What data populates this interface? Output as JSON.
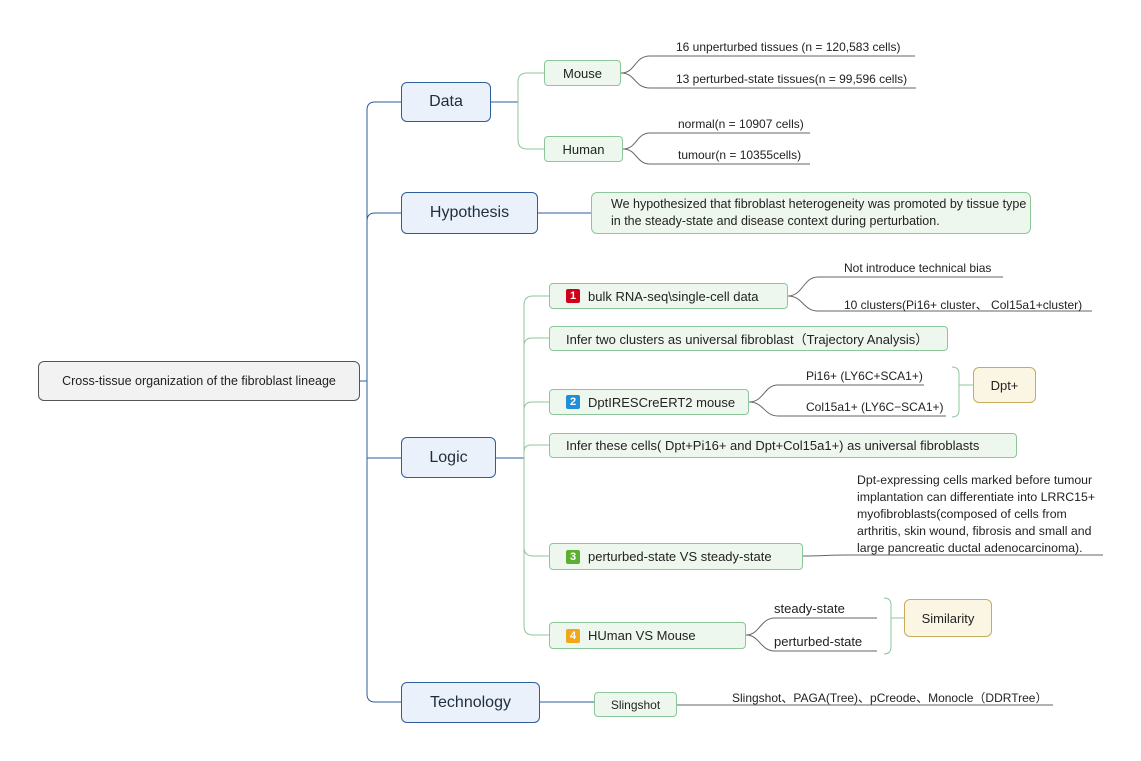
{
  "root": {
    "label": "Cross-tissue organization of the fibroblast lineage"
  },
  "data": {
    "label": "Data",
    "mouse": {
      "label": "Mouse",
      "items": [
        "16 unperturbed tissues (n = 120,583 cells)",
        "13 perturbed-state tissues(n = 99,596 cells)"
      ]
    },
    "human": {
      "label": "Human",
      "items": [
        "normal(n = 10907 cells)",
        "tumour(n = 10355cells)"
      ]
    }
  },
  "hypothesis": {
    "label": "Hypothesis",
    "text": "We hypothesized that fibroblast heterogeneity was promoted by tissue type in the steady-state and disease context during perturbation."
  },
  "logic": {
    "label": "Logic",
    "step1": {
      "badge": "1",
      "badge_color": "#d0021b",
      "label": "bulk RNA-seq\\single-cell data",
      "items": [
        "Not introduce technical bias",
        "10 clusters(Pi16+ cluster、 Col15a1+cluster)"
      ]
    },
    "infer1": "Infer two clusters as universal fibroblast（Trajectory Analysis）",
    "step2": {
      "badge": "2",
      "badge_color": "#1e8fd8",
      "label": "DptIRESCreERT2 mouse",
      "items": [
        "Pi16+ (LY6C+SCA1+)",
        "Col15a1+ (LY6C−SCA1+)"
      ],
      "summary": "Dpt+"
    },
    "infer2": "Infer these cells( Dpt+Pi16+ and Dpt+Col15a1+) as universal fibroblasts",
    "step3": {
      "badge": "3",
      "badge_color": "#5bb030",
      "label": "perturbed-state VS steady-state",
      "text_lines": [
        "Dpt-expressing cells marked before tumour",
        "implantation can differentiate into LRRC15+",
        "myofibroblasts(composed of cells from",
        "arthritis, skin wound, fibrosis and small and",
        "large pancreatic ductal adenocarcinoma)."
      ]
    },
    "step4": {
      "badge": "4",
      "badge_color": "#f0a818",
      "label": "HUman VS Mouse",
      "items": [
        "steady-state",
        "perturbed-state"
      ],
      "summary": "Similarity"
    }
  },
  "technology": {
    "label": "Technology",
    "child": {
      "label": "Slingshot",
      "items": [
        "Slingshot、PAGA(Tree)、pCreode、Monocle（DDRTree）"
      ]
    }
  },
  "colors": {
    "root_border": "#555555",
    "l1_border": "#2e5d9b",
    "l1_fill": "#eaf1fa",
    "l2_border": "#8cc79a",
    "l2_fill": "#eef7ee",
    "summary_border": "#c9ab5c",
    "summary_fill": "#fbf5e4"
  }
}
